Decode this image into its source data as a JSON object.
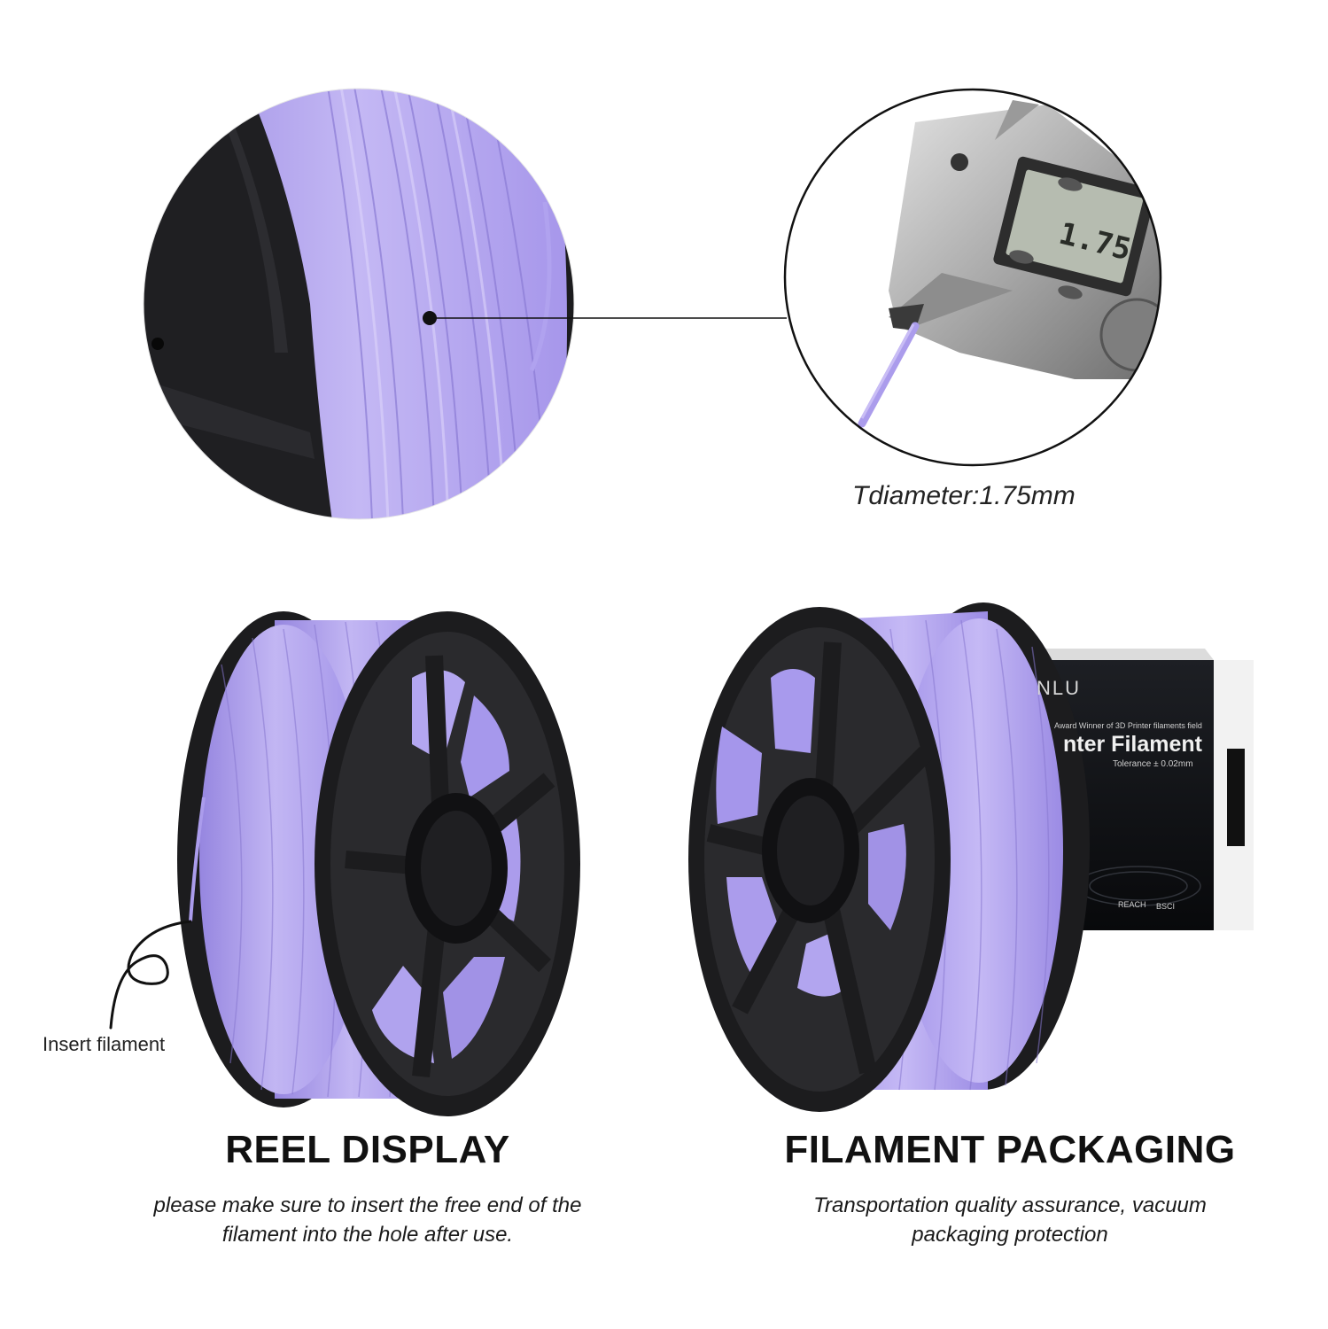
{
  "colors": {
    "filament": "#ab9cec",
    "filament_dark": "#8f7fd6",
    "filament_light": "#c9bdf5",
    "spool": "#1c1c1e",
    "background": "#ffffff"
  },
  "closeup": {
    "diameter_label": "Tdiameter:1.75mm"
  },
  "caliper": {
    "reading": "1.75"
  },
  "reel": {
    "insert_label": "Insert filament",
    "title": "REEL DISPLAY",
    "description": "please make sure to insert the free end of the filament into the hole after use."
  },
  "packaging": {
    "title": "FILAMENT PACKAGING",
    "description": "Transportation quality assurance, vacuum packaging protection",
    "box_brand": "NLU",
    "box_award": "Award Winner of 3D Printer filaments field",
    "box_title": "nter Filament",
    "box_tolerance": "Tolerance ± 0.02mm",
    "box_cert_1": "REACH",
    "box_cert_2": "BSCI"
  }
}
